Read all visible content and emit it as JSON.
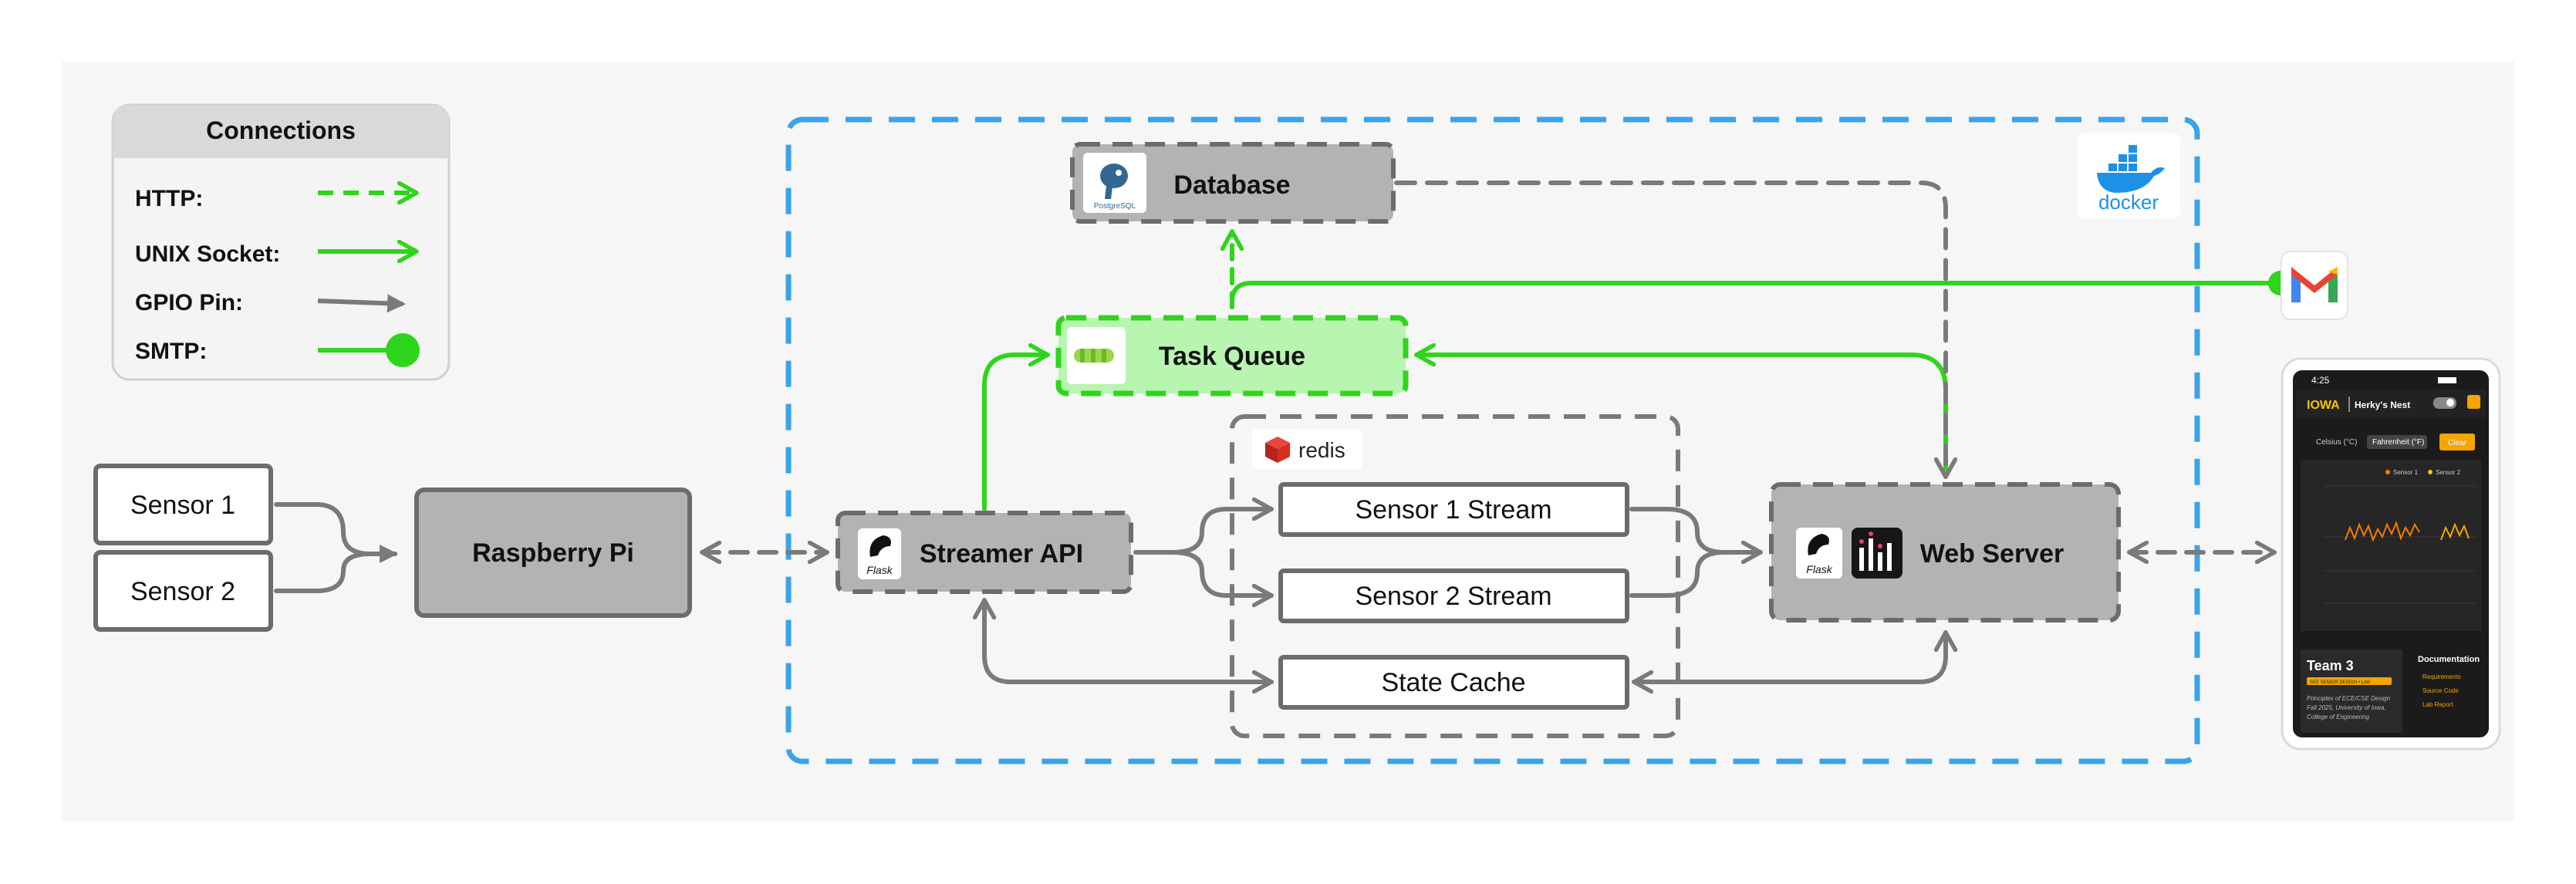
{
  "legend": {
    "title": "Connections",
    "items": [
      {
        "label": "HTTP:"
      },
      {
        "label": "UNIX Socket:"
      },
      {
        "label": "GPIO Pin:"
      },
      {
        "label": "SMTP:"
      }
    ]
  },
  "nodes": {
    "sensor1": "Sensor 1",
    "sensor2": "Sensor 2",
    "raspberry_pi": "Raspberry Pi",
    "streamer_api": "Streamer API",
    "database": "Database",
    "task_queue": "Task Queue",
    "sensor1_stream": "Sensor 1 Stream",
    "sensor2_stream": "Sensor 2 Stream",
    "state_cache": "State Cache",
    "web_server": "Web Server"
  },
  "logos": {
    "docker": "docker",
    "redis": "redis",
    "postgres": "PostgreSQL",
    "flask": "Flask"
  },
  "phone": {
    "time": "4:25",
    "brand": "IOWA",
    "app_name": "Herky's Nest",
    "unit_celsius": "Celsius (°C)",
    "unit_fahrenheit": "Fahrenheit (°F)",
    "clear_button": "Clear",
    "legend_sensor1": "Sensor 1",
    "legend_sensor2": "Sensor 2",
    "team_title": "Team 3",
    "team_badge": "SEE SENIOR DESIGN • LAB",
    "team_desc_1": "Principles of ECE/CSE Design",
    "team_desc_2": "Fall 2025, University of Iowa,",
    "team_desc_3": "College of Engineering",
    "doc_title": "Documentation",
    "doc_links": [
      "Requirements",
      "Source Code",
      "Lab Report"
    ]
  },
  "colors": {
    "green": "#2fd51c",
    "gray": "#7a7a7a",
    "docker_blue": "#3aa3ea",
    "node_fill": "#b3b3b3",
    "task_fill": "#b8f5b0",
    "redis_red": "#d82c20",
    "gmail_red": "#ea4335",
    "phone_accent": "#f5a400"
  },
  "icons": [
    "postgres-elephant-icon",
    "flask-horn-icon",
    "dashboard-bars-icon",
    "docker-whale-icon",
    "redis-cube-icon",
    "gmail-icon",
    "leaf-queue-icon"
  ]
}
